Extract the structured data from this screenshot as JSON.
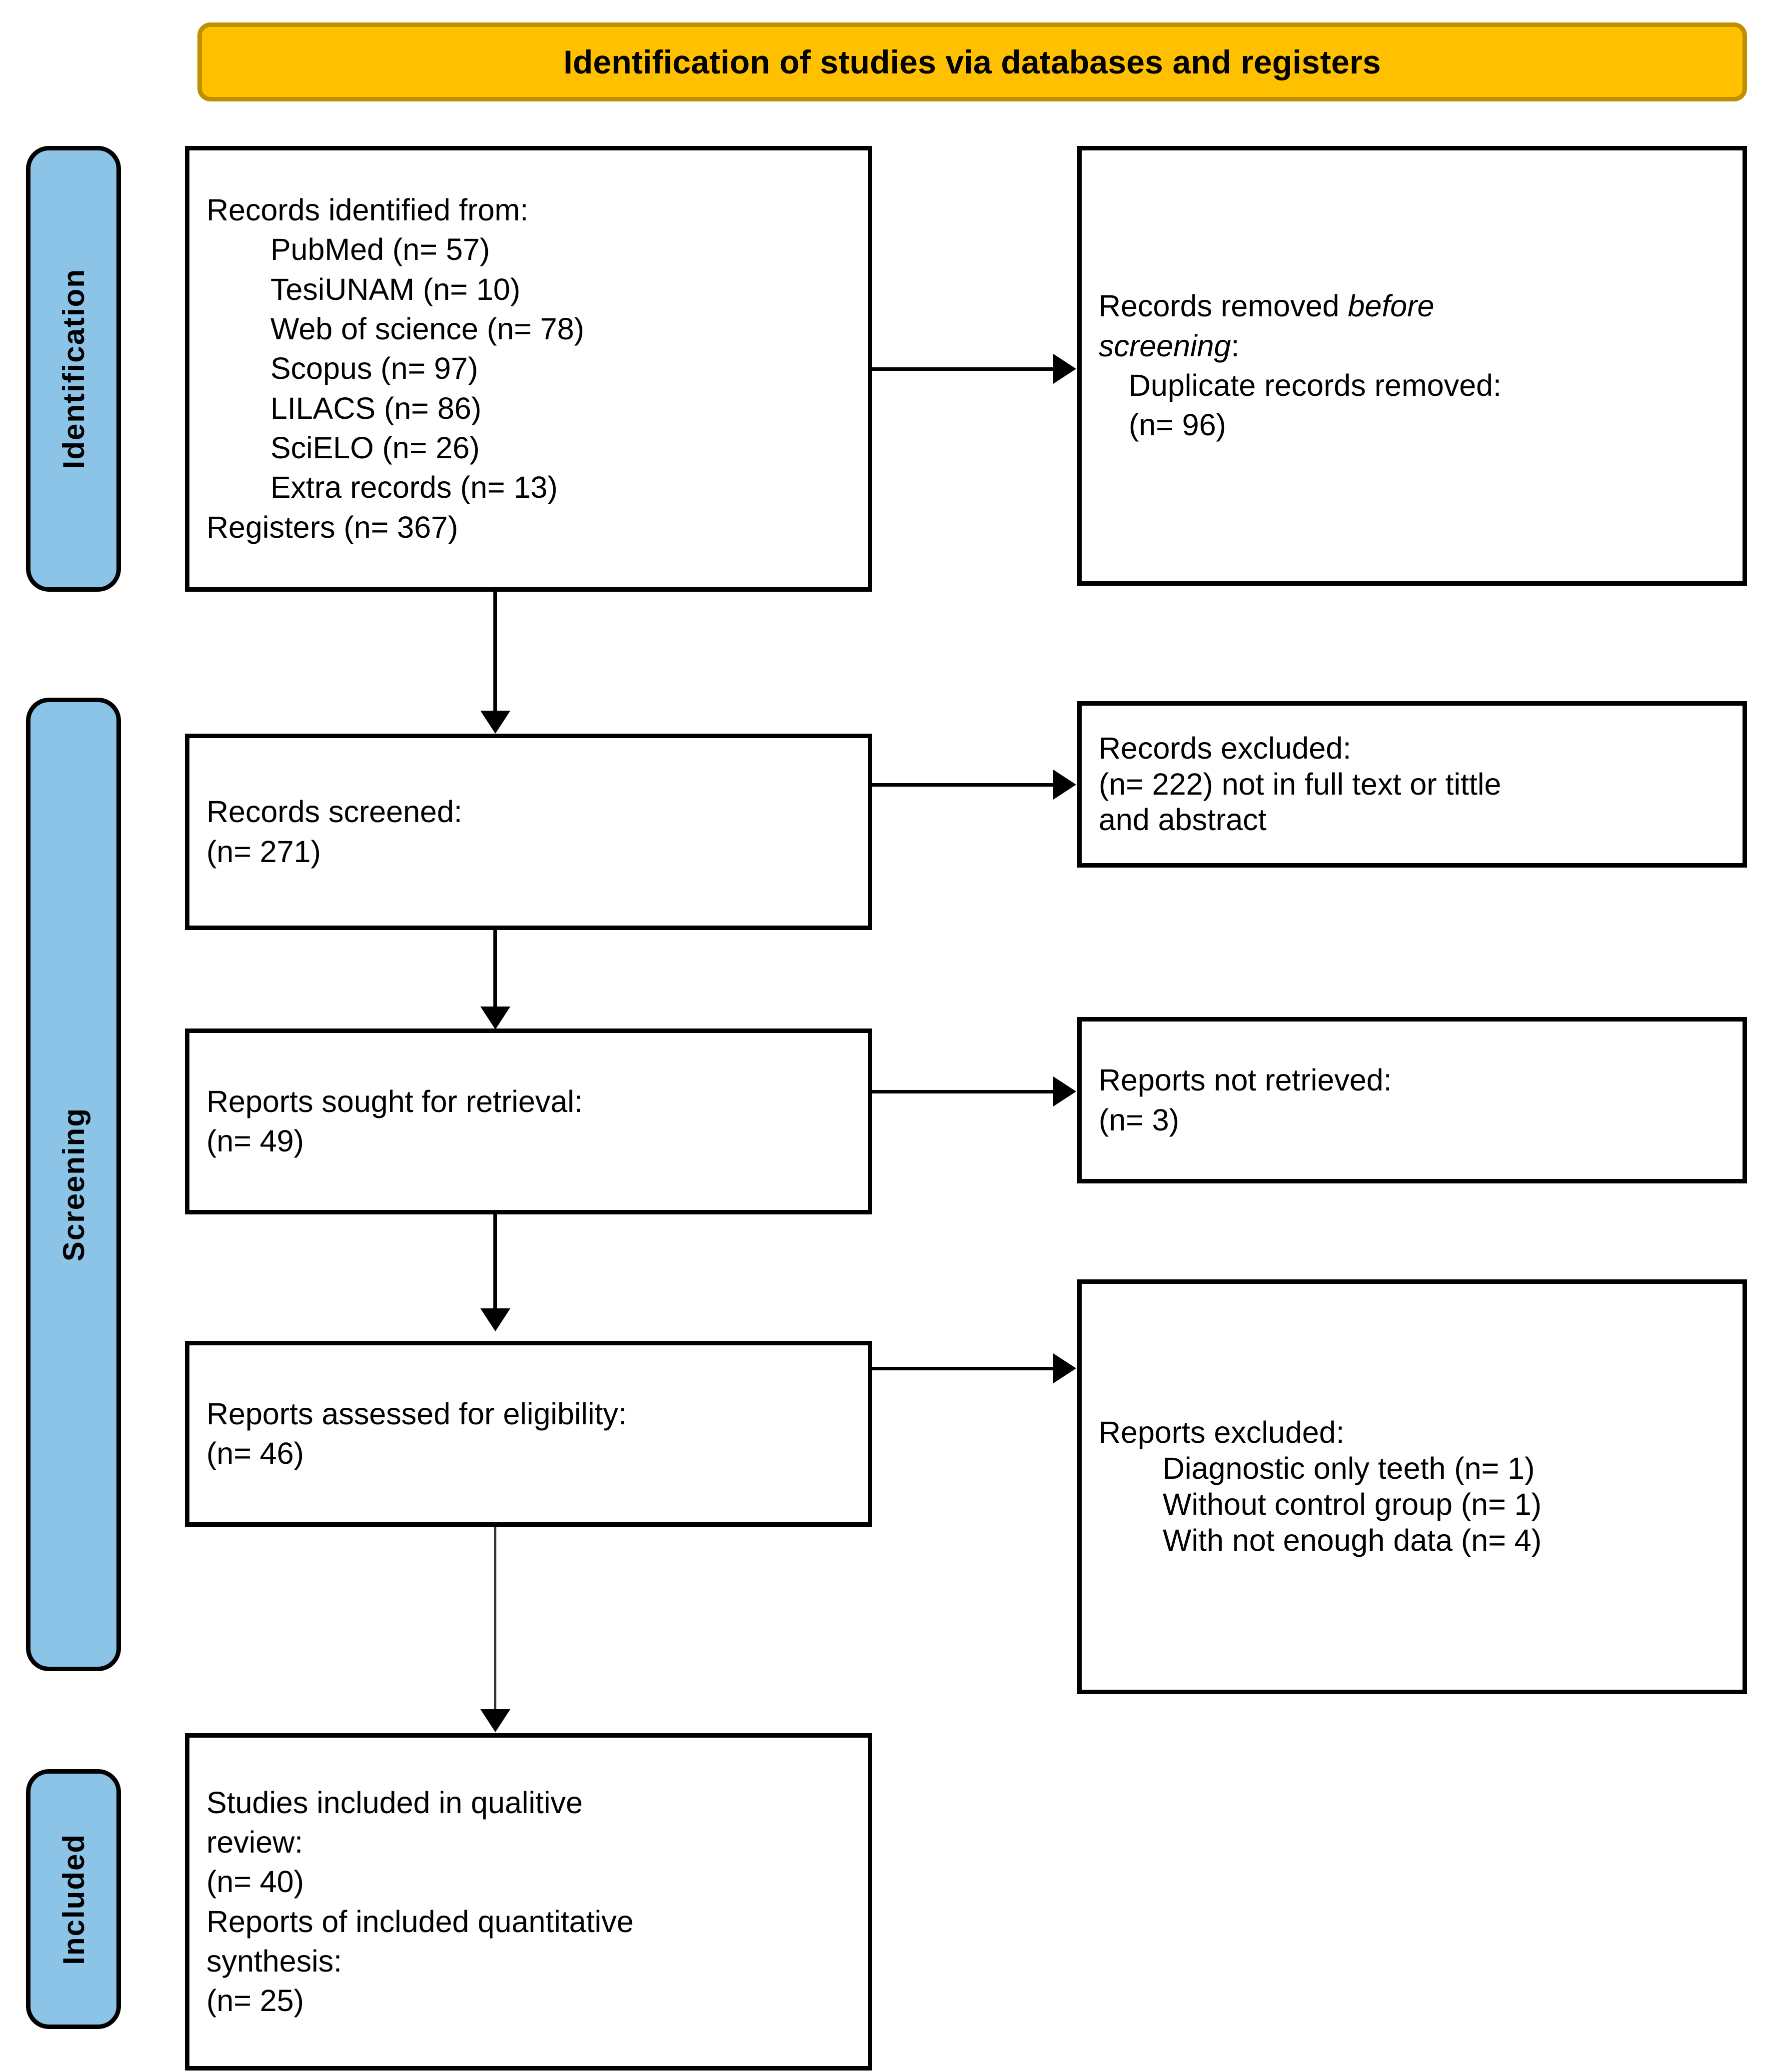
{
  "header": {
    "title": "Identification of studies via databases and registers",
    "bg_color": "#FFC000",
    "border_color": "#BF8F00"
  },
  "stages": {
    "color": "#8CC4E8",
    "identification": "Identification",
    "screening": "Screening",
    "included": "Included"
  },
  "boxes": {
    "identified": {
      "heading": "Records identified from:",
      "sources": [
        "PubMed (n= 57)",
        "TesiUNAM (n= 10)",
        "Web of science (n= 78)",
        "Scopus (n= 97)",
        "LILACS (n= 86)",
        "SciELO (n= 26)",
        "Extra records (n= 13)"
      ],
      "registers": "Registers (n= 367)"
    },
    "removed": {
      "heading_plain": "Records removed ",
      "heading_italic_1": "before",
      "heading_italic_2": "screening",
      "heading_colon": ":",
      "detail": "Duplicate records removed:",
      "count": "(n= 96)"
    },
    "screened": {
      "heading": "Records screened:",
      "count": "(n= 271)"
    },
    "records_excluded": {
      "heading": "Records excluded:",
      "line2": "(n= 222) not in full text or tittle",
      "line3": "and abstract"
    },
    "sought": {
      "heading": "Reports sought for retrieval:",
      "count": "(n= 49)"
    },
    "not_retrieved": {
      "heading": "Reports not retrieved:",
      "count": "(n= 3)"
    },
    "assessed": {
      "heading": "Reports assessed for eligibility:",
      "count": "(n= 46)"
    },
    "reports_excluded": {
      "heading": "Reports excluded:",
      "reasons": [
        "Diagnostic only teeth (n= 1)",
        "Without control group (n= 1)",
        "With not enough data (n= 4)"
      ]
    },
    "included": {
      "qual_heading_1": "Studies included in qualitive",
      "qual_heading_2": "review:",
      "qual_count": "(n= 40)",
      "quant_heading_1": "Reports of included quantitative",
      "quant_heading_2": "synthesis:",
      "quant_count": "(n= 25)"
    }
  }
}
